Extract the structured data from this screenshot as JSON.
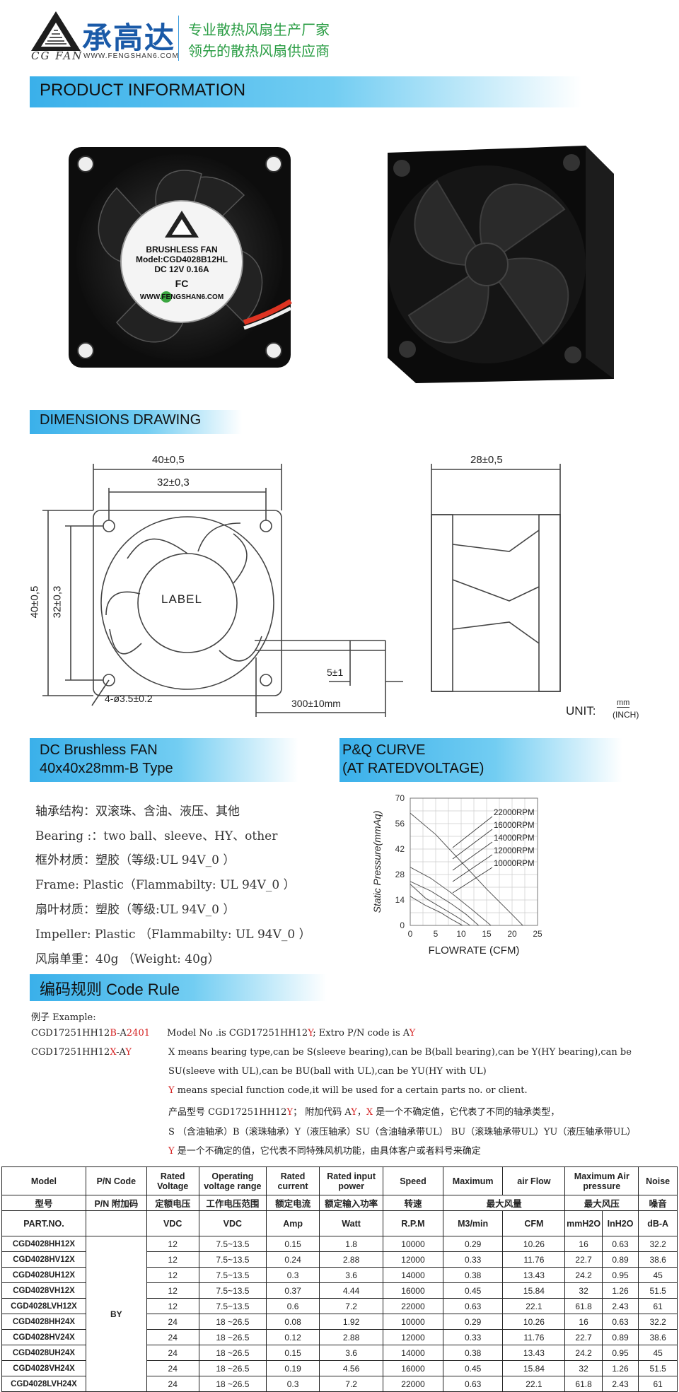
{
  "header": {
    "brand_cn": "承高达",
    "brand_en": "CG FAN",
    "website": "WWW.FENGSHAN6.COM",
    "slogan_1": "专业散热风扇生产厂家",
    "slogan_2": "领先的散热风扇供应商"
  },
  "sections": {
    "product_info": "PRODUCT  INFORMATION",
    "dimensions": "DIMENSIONS  DRAWING",
    "fan_type_1": "DC  Brushless  FAN",
    "fan_type_2": "40x40x28mm-B Type",
    "pq_1": "P&Q  CURVE",
    "pq_2": "(AT  RATEDVOLTAGE)",
    "code_rule": "编码规则 Code  Rule"
  },
  "product_label": {
    "line1": "BRUSHLESS FAN",
    "line2": "Model:CGD4028B12HL",
    "line3": "DC 12V  0.16A",
    "line4": "WWW.FENGSHAN6.COM",
    "mark": "FC"
  },
  "drawing": {
    "width": "40±0,5",
    "hole_spacing": "32±0,3",
    "height": "40±0,5",
    "hole_spacing_v": "32±0,3",
    "depth": "28±0,5",
    "label": "LABEL",
    "holes": "4-ø3.5±0.2",
    "wire_strip": "5±1",
    "wire_length": "300±10mm",
    "unit_prefix": "UNIT:",
    "unit_mm": "mm",
    "unit_inch": "(INCH)"
  },
  "specs": [
    "轴承结构：双滚珠、含油、液压、其他",
    "Bearing :：two  ball、sleeve、HY、other",
    "框外材质：塑胶（等级:UL 94V_0 ）",
    "Frame: Plastic（Flammabilty: UL 94V_0 ）",
    "扇叶材质：塑胶（等级:UL 94V_0 ）",
    "Impeller: Plastic （Flammabilty: UL 94V_0 ）",
    "风扇单重：40g （Weight: 40g）"
  ],
  "chart_data": {
    "type": "line",
    "ylabel": "Static  Pressure(mmAq)",
    "xlabel": "FLOWRATE (CFM)",
    "xlim": [
      0,
      25
    ],
    "ylim": [
      0,
      70
    ],
    "xticks": [
      "0",
      "5",
      "10",
      "15",
      "20",
      "25"
    ],
    "yticks": [
      "0",
      "14",
      "28",
      "42",
      "56",
      "70"
    ],
    "grid": true,
    "series": [
      {
        "name": "22000RPM",
        "x": [
          0,
          5,
          10,
          15,
          20,
          22.1
        ],
        "y": [
          61.8,
          50,
          35,
          20,
          6,
          0
        ]
      },
      {
        "name": "16000RPM",
        "x": [
          0,
          4,
          8,
          12,
          15.84
        ],
        "y": [
          32,
          26,
          18,
          9,
          0
        ]
      },
      {
        "name": "14000RPM",
        "x": [
          0,
          4,
          8,
          11,
          13.43
        ],
        "y": [
          24.2,
          19,
          12,
          6,
          0
        ]
      },
      {
        "name": "12000RPM",
        "x": [
          0,
          3,
          6,
          9,
          11.76
        ],
        "y": [
          22.7,
          15,
          10,
          5,
          0
        ]
      },
      {
        "name": "10000RPM",
        "x": [
          0,
          3,
          6,
          8,
          10.26
        ],
        "y": [
          16,
          11,
          7,
          3.5,
          0
        ]
      }
    ]
  },
  "code_rule": {
    "example_label": "例子 Example:",
    "ex1_a": "CGD17251HH12",
    "ex1_b": "B",
    "ex1_c": "-A",
    "ex1_d": "2401",
    "ex2_a": "CGD17251HH12",
    "ex2_b": "X",
    "ex2_c": "-A",
    "ex2_d": "Y",
    "r1_a": "Model  No .is  CGD17251HH12",
    "r1_b": "Y",
    "r1_c": "; Extro  P/N  code  is  A",
    "r1_d": "Y",
    "r2": "X  means bearing type,can be S(sleeve bearing),can be B(ball bearing),can be Y(HY bearing),can be",
    "r3": "SU(sleeve with UL),can be BU(ball with UL),can be YU(HY with UL)",
    "r4_a": "Y",
    "r4_b": " means special function code,it will be used for a certain parts no. or client.",
    "r5_a": "产品型号  CGD17251HH12",
    "r5_b": "Y",
    "r5_c": "； 附加代码  A",
    "r5_d": "Y",
    "r5_e": "，",
    "r5_f": "X",
    "r5_g": " 是一个不确定值，它代表了不同的轴承类型，",
    "r6": "S （含油轴承）B（滚珠轴承）Y（液压轴承）SU（含油轴承带UL） BU（滚珠轴承带UL）YU（液压轴承带UL）",
    "r7_a": "Y",
    "r7_b": " 是一个不确定的值，它代表不同特殊风机功能，由具体客户或者料号来确定"
  },
  "table": {
    "h_model": "Model",
    "h_pn": "P/N Code",
    "h_rv": "Rated Voltage",
    "h_ovr": "Operating voltage range",
    "h_rc": "Rated current",
    "h_rip": "Rated input power",
    "h_speed": "Speed",
    "h_max": "Maximum",
    "h_airflow": "air Flow",
    "h_maxap": "Maximum Air pressure",
    "h_noise": "Noise",
    "c_model": "型号",
    "c_pn": "P/N 附加码",
    "c_rv": "定额电压",
    "c_ovr": "工作电压范围",
    "c_rc": "额定电流",
    "c_rip": "额定输入功率",
    "c_speed": "转速",
    "c_airflow": "最大风量",
    "c_ap": "最大风压",
    "c_noise": "噪音",
    "u_part": "PART.NO.",
    "u_vdc": "VDC",
    "u_vdc2": "VDC",
    "u_amp": "Amp",
    "u_watt": "Watt",
    "u_rpm": "R.P.M",
    "u_m3": "M3/min",
    "u_cfm": "CFM",
    "u_mmh2o": "mmH2O",
    "u_inh2o": "InH2O",
    "u_dba": "dB-A",
    "pn_code": "BY",
    "rows": [
      [
        "CGD4028HH12X",
        "12",
        "7.5~13.5",
        "0.15",
        "1.8",
        "10000",
        "0.29",
        "10.26",
        "16",
        "0.63",
        "32.2"
      ],
      [
        "CGD4028HV12X",
        "12",
        "7.5~13.5",
        "0.24",
        "2.88",
        "12000",
        "0.33",
        "11.76",
        "22.7",
        "0.89",
        "38.6"
      ],
      [
        "CGD4028UH12X",
        "12",
        "7.5~13.5",
        "0.3",
        "3.6",
        "14000",
        "0.38",
        "13.43",
        "24.2",
        "0.95",
        "45"
      ],
      [
        "CGD4028VH12X",
        "12",
        "7.5~13.5",
        "0.37",
        "4.44",
        "16000",
        "0.45",
        "15.84",
        "32",
        "1.26",
        "51.5"
      ],
      [
        "CGD4028LVH12X",
        "12",
        "7.5~13.5",
        "0.6",
        "7.2",
        "22000",
        "0.63",
        "22.1",
        "61.8",
        "2.43",
        "61"
      ],
      [
        "CGD4028HH24X",
        "24",
        "18 ~26.5",
        "0.08",
        "1.92",
        "10000",
        "0.29",
        "10.26",
        "16",
        "0.63",
        "32.2"
      ],
      [
        "CGD4028HV24X",
        "24",
        "18 ~26.5",
        "0.12",
        "2.88",
        "12000",
        "0.33",
        "11.76",
        "22.7",
        "0.89",
        "38.6"
      ],
      [
        "CGD4028UH24X",
        "24",
        "18 ~26.5",
        "0.15",
        "3.6",
        "14000",
        "0.38",
        "13.43",
        "24.2",
        "0.95",
        "45"
      ],
      [
        "CGD4028VH24X",
        "24",
        "18 ~26.5",
        "0.19",
        "4.56",
        "16000",
        "0.45",
        "15.84",
        "32",
        "1.26",
        "51.5"
      ],
      [
        "CGD4028LVH24X",
        "24",
        "18 ~26.5",
        "0.3",
        "7.2",
        "22000",
        "0.63",
        "22.1",
        "61.8",
        "2.43",
        "61"
      ]
    ]
  }
}
